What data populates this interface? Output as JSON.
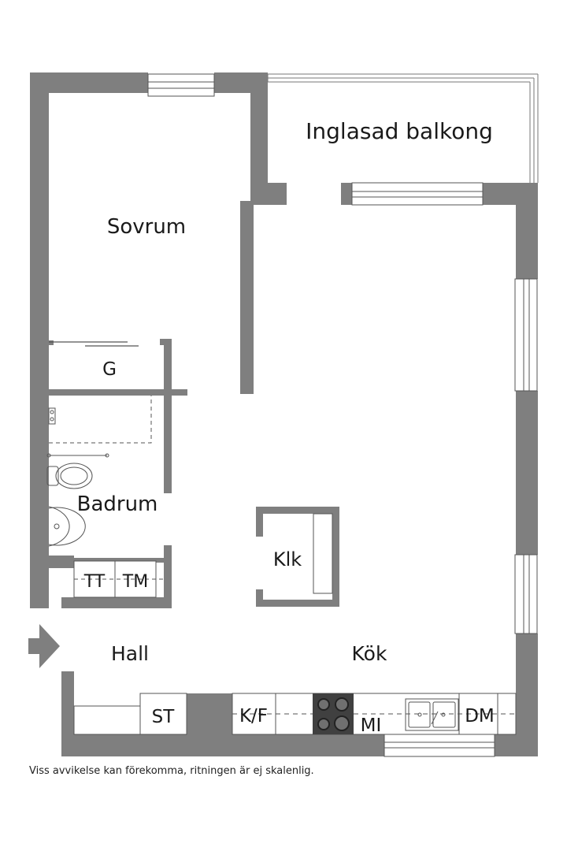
{
  "colors": {
    "wall": "#7f7f7f",
    "background": "#ffffff",
    "line": "#3a3a3a",
    "stove": "#404040"
  },
  "rooms": {
    "balcony": "Inglasad balkong",
    "bedroom": "Sovrum",
    "wardrobe": "G",
    "bathroom": "Badrum",
    "closet": "Klk",
    "hall": "Hall",
    "kitchen": "Kök"
  },
  "fixtures": {
    "tumble_dryer": "TT",
    "washing_machine": "TM",
    "storage": "ST",
    "fridge_freezer": "K/F",
    "microwave": "MI",
    "dishwasher": "DM"
  },
  "footer": {
    "disclaimer": "Viss avvikelse kan förekomma, ritningen är ej skalenlig."
  },
  "icons": {
    "entrance": "entrance-arrow-icon"
  }
}
